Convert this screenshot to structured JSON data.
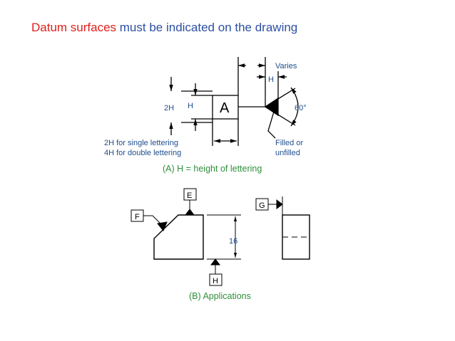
{
  "title": {
    "highlight": "Datum surfaces",
    "rest": " must be indicated on the drawing"
  },
  "top": {
    "letter": "A",
    "varies": "Varies",
    "h_right": "H",
    "angle": "60°",
    "two_h": "2H",
    "h_left": "H",
    "note_line1": "2H for single lettering",
    "note_line2": "4H for double lettering",
    "filled_line1": "Filled or",
    "filled_line2": "unfilled",
    "caption": "(A) H = height of lettering"
  },
  "bottom": {
    "label_e": "E",
    "label_f": "F",
    "label_g": "G",
    "label_h": "H",
    "dimension": "16",
    "caption": "(B) Applications"
  }
}
